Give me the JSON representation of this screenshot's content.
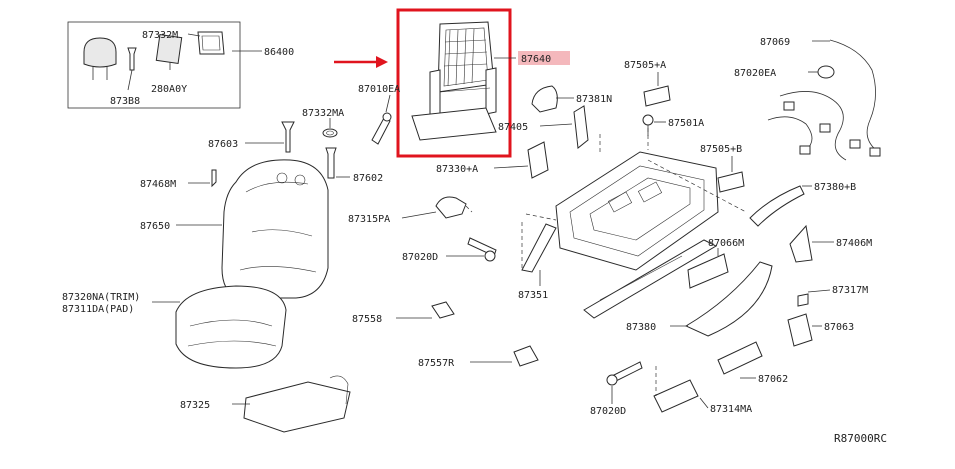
{
  "diagram": {
    "reference": "R87000RC",
    "highlight_color": "#e0141e",
    "highlight_label_bg": "#f4b8bc",
    "labels": {
      "p86400": "86400",
      "p87332M": "87332M",
      "p87388": "873B8",
      "p280A0Y": "280A0Y",
      "p87332MA": "87332MA",
      "p87603": "87603",
      "p87602": "87602",
      "p87468M": "87468M",
      "p87650": "87650",
      "p87320NA": "87320NA(TRIM)",
      "p87311DA": "87311DA(PAD)",
      "p87325": "87325",
      "p87010EA": "87010EA",
      "p87640": "87640",
      "p87405": "87405",
      "p87381N": "87381N",
      "p87330A": "87330+A",
      "p87315PA": "87315PA",
      "p87020D_a": "87020D",
      "p87558": "87558",
      "p87557R": "87557R",
      "p87351": "87351",
      "p87505A": "87505+A",
      "p87501A": "87501A",
      "p87505B": "87505+B",
      "p87069": "87069",
      "p87020EA": "87020EA",
      "p87380B": "87380+B",
      "p87066M": "87066M",
      "p87406M": "87406M",
      "p87317M": "87317M",
      "p87063": "87063",
      "p87380": "87380",
      "p87062": "87062",
      "p87020D_b": "87020D",
      "p87314MA": "87314MA"
    }
  }
}
